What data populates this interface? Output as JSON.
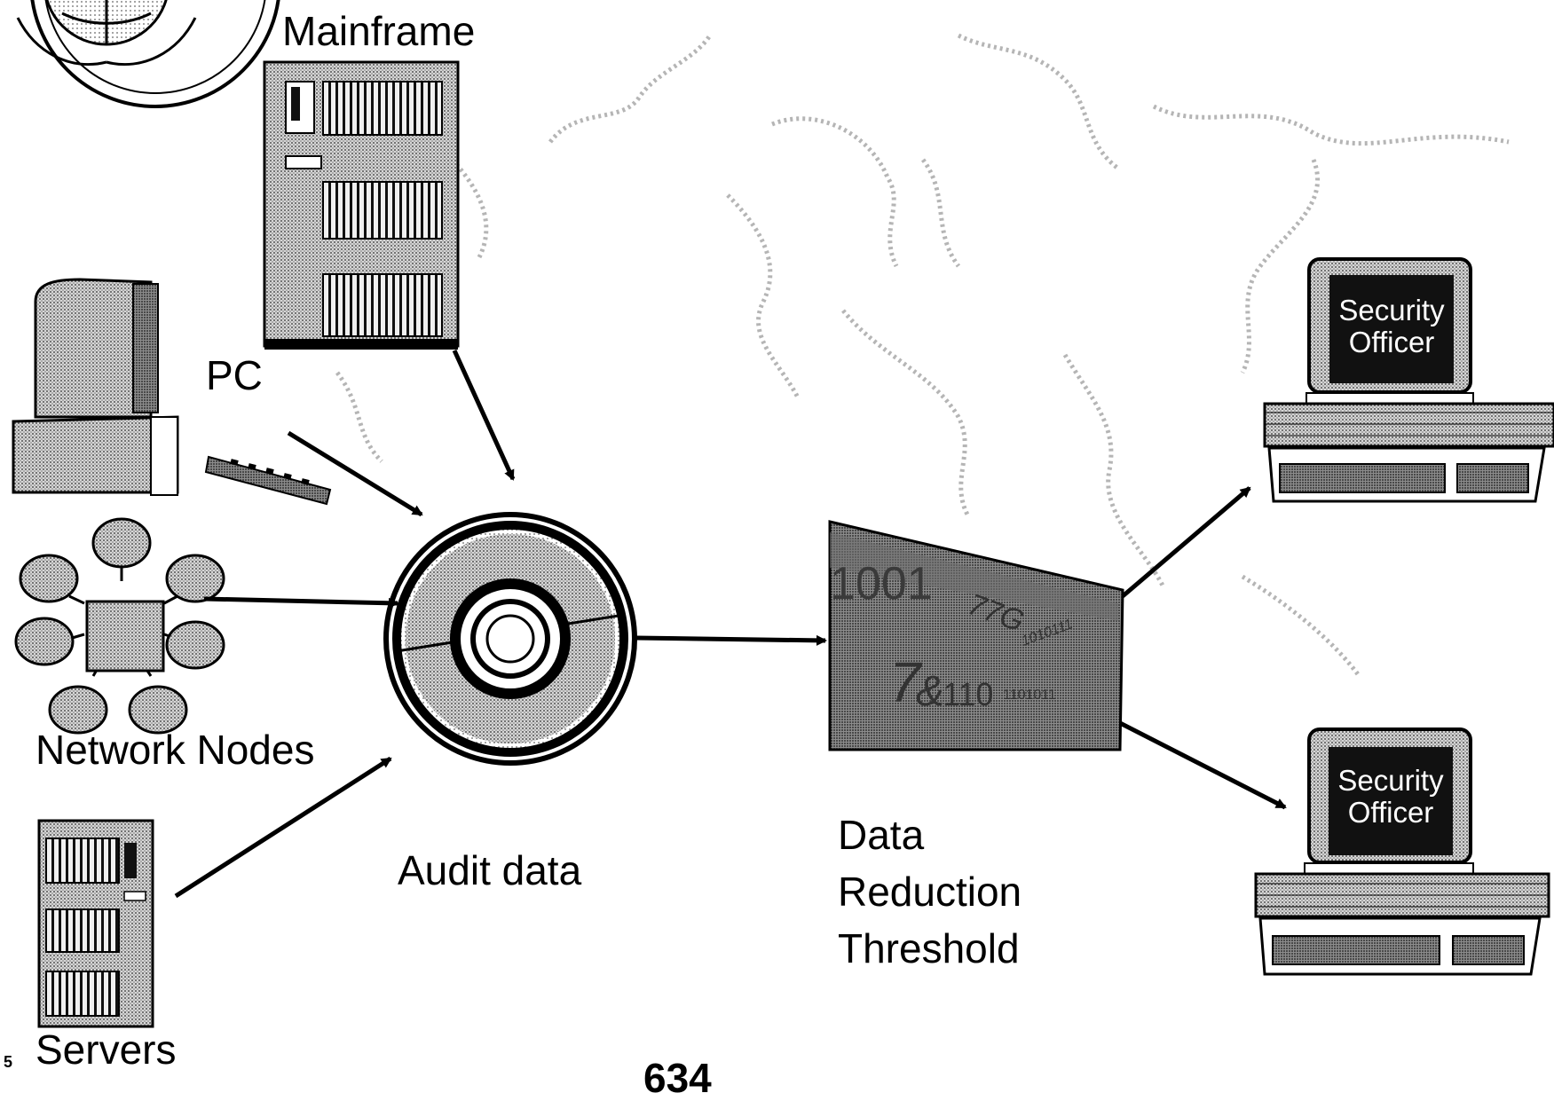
{
  "labels": {
    "mainframe": "Mainframe",
    "pc": "PC",
    "network_nodes": "Network Nodes",
    "servers": "Servers",
    "audit_data": "Audit data",
    "data": "Data",
    "reduction": "Reduction",
    "threshold": "Threshold",
    "officer1_line1": "Security",
    "officer1_line2": "Officer",
    "officer2_line1": "Security",
    "officer2_line2": "Officer",
    "page_mark_left": "5",
    "page_number": "634"
  },
  "bits": {
    "line1": "1001",
    "line1b": "77G",
    "line1c": "1010111",
    "line2": "7",
    "line2b": "&",
    "line2c": "110",
    "line2d": "1101011"
  },
  "colors": {
    "ink": "#000000",
    "screen": "#111111",
    "halftone": "#9a9a9a",
    "dark_halftone": "#555555"
  }
}
